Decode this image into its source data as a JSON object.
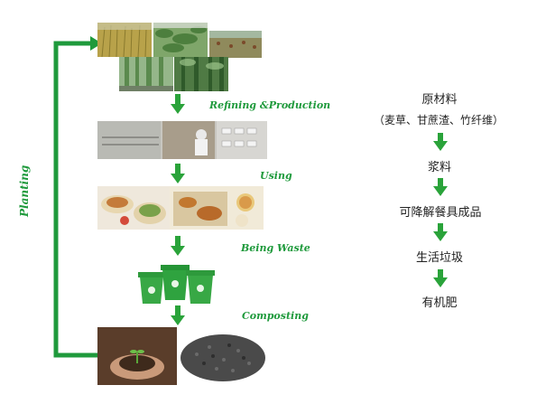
{
  "colors": {
    "accent_green": "#1f9a3c",
    "arrow_green": "#2aa33a"
  },
  "left_flow": {
    "side_label": "Planting",
    "stage_labels": {
      "refining": "Refining &Production",
      "using": "Using",
      "waste": "Being Waste",
      "composting": "Composting"
    }
  },
  "right_flow": {
    "items": [
      {
        "text": "原材料"
      },
      {
        "text": "（麦草、甘蔗渣、竹纤维）"
      },
      {
        "text": "浆料"
      },
      {
        "text": "可降解餐具成品"
      },
      {
        "text": "生活垃圾"
      },
      {
        "text": "有机肥"
      }
    ]
  },
  "icons": {
    "arrow": "down-arrow-icon",
    "bin": "recycling-bin-icon",
    "loop": "loop-arrow-icon"
  }
}
